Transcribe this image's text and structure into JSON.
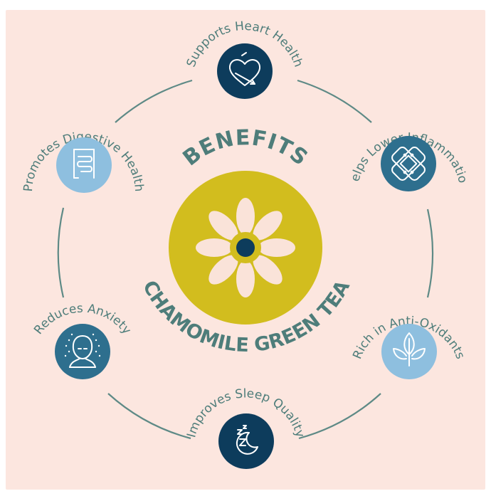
{
  "center": {
    "title_top": "BENEFITS",
    "title_bottom": "CHAMOMILE GREEN TEA"
  },
  "benefits": [
    {
      "label": "Supports Heart Health",
      "icon": "heart-arrow-icon"
    },
    {
      "label": "Helps Lower Inflammation",
      "icon": "bandage-icon"
    },
    {
      "label": "Rich in Anti-Oxidants",
      "icon": "leaf-icon"
    },
    {
      "label": "Improves Sleep Quality",
      "icon": "moon-sleep-icon"
    },
    {
      "label": "Reduces Anxiety",
      "icon": "calm-head-icon"
    },
    {
      "label": "Promotes Digestive Health",
      "icon": "intestine-icon"
    }
  ],
  "colors": {
    "background": "#fce6df",
    "ring": "#5e8a86",
    "text": "#4e7d7a",
    "flower_disc": "#d2bd1e",
    "petal": "#fae3d9",
    "flower_center": "#0d3c5c",
    "navy": "#0d3c5c",
    "teal": "#2e6f8e",
    "light_blue": "#8ebfdf"
  }
}
